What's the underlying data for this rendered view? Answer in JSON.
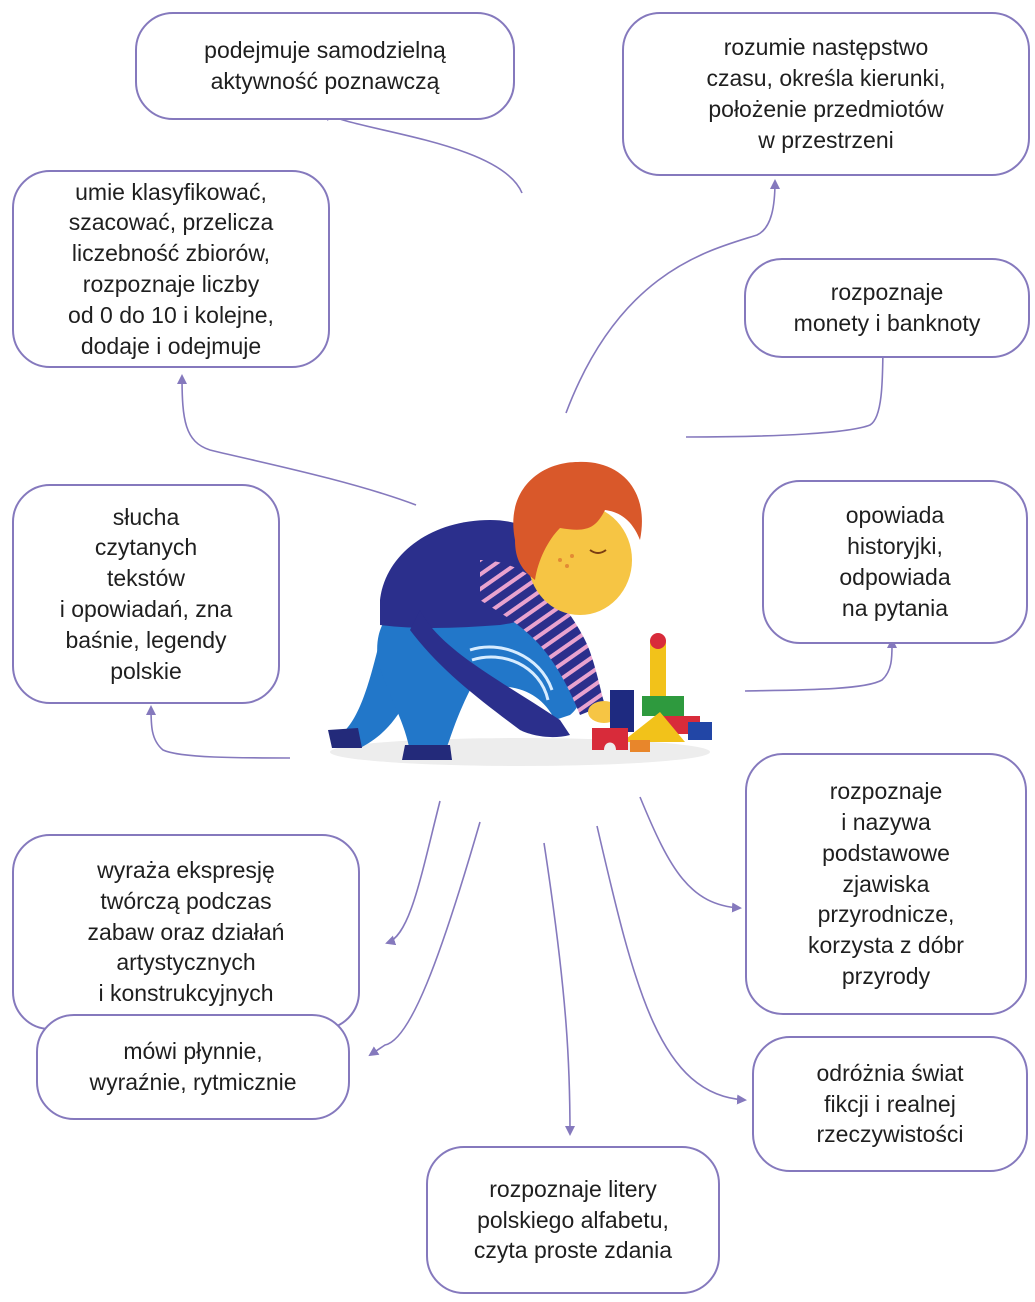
{
  "colors": {
    "accent": "#8579bd",
    "text": "#1f1f1f",
    "hair": "#d9582a",
    "skin": "#f6c544",
    "sweater": "#2b2f8c",
    "trousers": "#2277c9"
  },
  "nodes": {
    "activity": "podejmuje samodzielną\naktywność poznawczą",
    "time": "rozumie następstwo\nczasu, określa kierunki,\npołożenie przedmiotów\nw przestrzeni",
    "math": "umie klasyfikować,\nszacować, przelicza\nliczebność zbiorów,\nrozpoznaje liczby\nod 0 do 10 i kolejne,\ndodaje i odejmuje",
    "money": "rozpoznaje\nmonety i banknoty",
    "listening": "słucha\nczytanych\ntekstów\ni opowiadań, zna\nbaśnie, legendy\npolskie",
    "stories": "opowiada\nhistoryjki,\nodpowiada\nna pytania",
    "nature": "rozpoznaje\ni nazywa\npodstawowe\nzjawiska\nprzyrodnicze,\nkorzysta z dóbr\nprzyrody",
    "expression": "wyraża ekspresję\ntwórczą podczas\nzabaw oraz działań\nartystycznych\ni konstrukcyjnych",
    "speech": "mówi płynnie,\nwyraźnie, rytmicznie",
    "fiction": "odróżnia świat\nfikcji i realnej\nrzeczywistości",
    "letters": "rozpoznaje litery\npolskiego alfabetu,\nczyta proste zdania"
  }
}
